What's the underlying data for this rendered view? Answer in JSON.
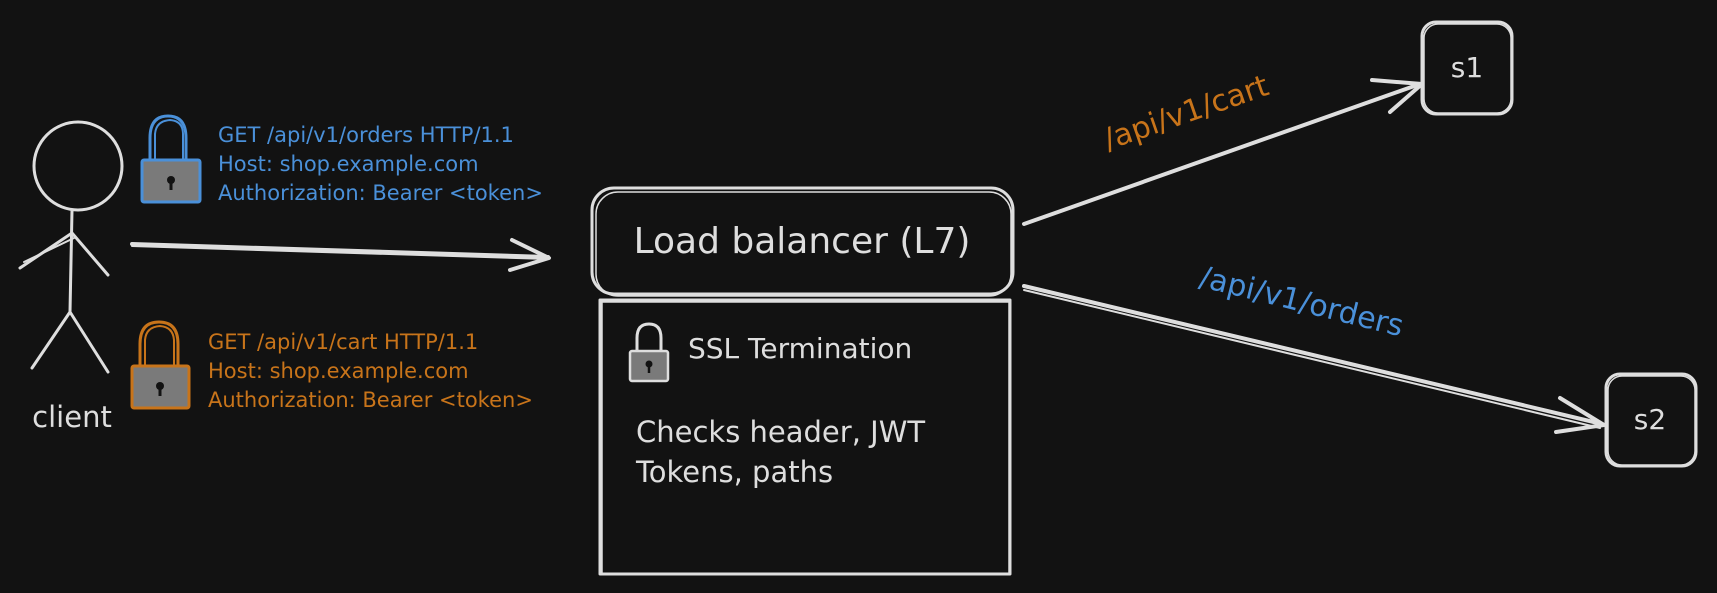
{
  "colors": {
    "background": "#121212",
    "ink": "#dedede",
    "blue": "#4a90d9",
    "orange": "#c8741a",
    "lock_body": "#7a7a7a"
  },
  "client": {
    "label": "client"
  },
  "request_blue": {
    "icon": "lock-icon",
    "lines": [
      "GET /api/v1/orders HTTP/1.1",
      "Host: shop.example.com",
      "Authorization: Bearer <token>"
    ]
  },
  "request_orange": {
    "icon": "lock-icon",
    "lines": [
      "GET /api/v1/cart HTTP/1.1",
      "Host: shop.example.com",
      "Authorization: Bearer <token>"
    ]
  },
  "load_balancer": {
    "title": "Load balancer (L7)"
  },
  "details": {
    "ssl_icon": "lock-icon",
    "ssl_label": "SSL Termination",
    "note_lines": [
      "Checks header, JWT",
      "Tokens, paths"
    ]
  },
  "routes": [
    {
      "label": "/api/v1/cart",
      "target": "s1",
      "color": "#c8741a"
    },
    {
      "label": "/api/v1/orders",
      "target": "s2",
      "color": "#4a90d9"
    }
  ],
  "servers": [
    {
      "label": "s1"
    },
    {
      "label": "s2"
    }
  ]
}
